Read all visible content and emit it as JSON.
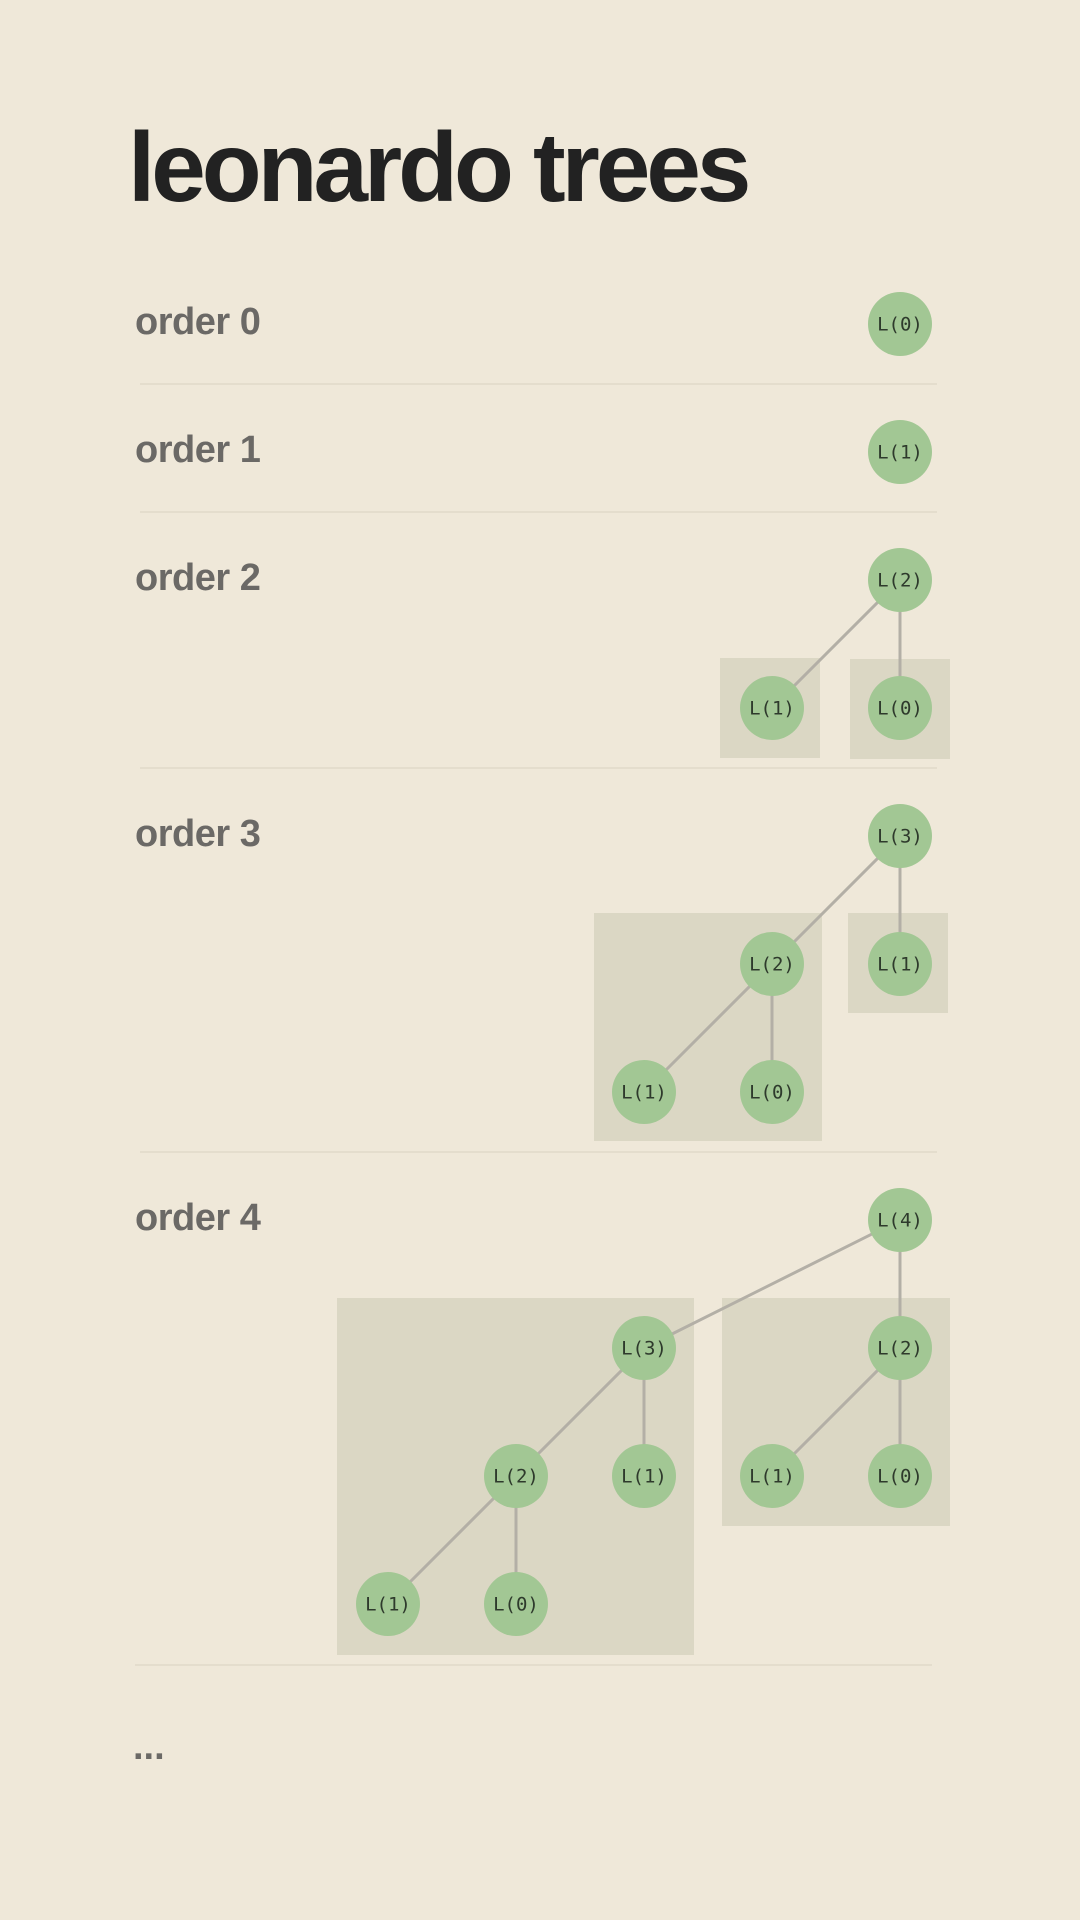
{
  "title": "leonardo trees",
  "orders": [
    {
      "label": "order 0"
    },
    {
      "label": "order 1"
    },
    {
      "label": "order 2"
    },
    {
      "label": "order 3"
    },
    {
      "label": "order 4"
    }
  ],
  "more": "...",
  "colors": {
    "background": "#efe8d9",
    "node": "#a2c794",
    "subtree_box": "#dbd7c4",
    "edge": "#b3afa6",
    "title": "#222222",
    "label": "#6b6966"
  },
  "trees": [
    {
      "nodes": [
        {
          "label": "L(0)"
        }
      ],
      "edges": [],
      "subtree_boxes": []
    },
    {
      "nodes": [
        {
          "label": "L(1)"
        }
      ],
      "edges": [],
      "subtree_boxes": []
    },
    {
      "nodes": [
        {
          "label": "L(2)"
        },
        {
          "label": "L(1)"
        },
        {
          "label": "L(0)"
        }
      ],
      "edges": [
        [
          0,
          1
        ],
        [
          0,
          2
        ]
      ],
      "subtree_boxes": [
        [
          1
        ],
        [
          2
        ]
      ]
    },
    {
      "nodes": [
        {
          "label": "L(3)"
        },
        {
          "label": "L(2)"
        },
        {
          "label": "L(1)"
        },
        {
          "label": "L(1)"
        },
        {
          "label": "L(0)"
        }
      ],
      "edges": [
        [
          0,
          1
        ],
        [
          0,
          2
        ],
        [
          1,
          3
        ],
        [
          1,
          4
        ]
      ],
      "subtree_boxes": [
        [
          1,
          3,
          4
        ],
        [
          2
        ]
      ]
    },
    {
      "nodes": [
        {
          "label": "L(4)"
        },
        {
          "label": "L(3)"
        },
        {
          "label": "L(2)"
        },
        {
          "label": "L(2)"
        },
        {
          "label": "L(1)"
        },
        {
          "label": "L(1)"
        },
        {
          "label": "L(0)"
        },
        {
          "label": "L(1)"
        },
        {
          "label": "L(0)"
        }
      ],
      "edges": [
        [
          0,
          1
        ],
        [
          0,
          2
        ],
        [
          1,
          3
        ],
        [
          1,
          4
        ],
        [
          3,
          7
        ],
        [
          3,
          8
        ],
        [
          2,
          5
        ],
        [
          2,
          6
        ]
      ],
      "subtree_boxes": [
        [
          1,
          3,
          4,
          7,
          8
        ],
        [
          2,
          5,
          6
        ]
      ]
    }
  ]
}
